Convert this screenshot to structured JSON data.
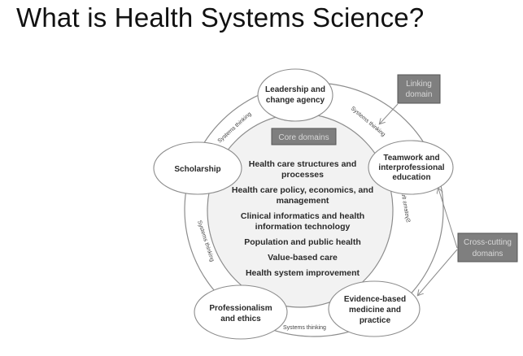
{
  "slide": {
    "title": "What is Health Systems Science?"
  },
  "diagram": {
    "colors": {
      "core_fill": "#f2f2f2",
      "box_fill": "#7f7f7f",
      "box_text": "#d9d9d9",
      "stroke": "#8c8c8c",
      "text": "#2a2a2a"
    },
    "core_label": "Core domains",
    "core_domains": [
      {
        "line1": "Health care structures and",
        "line2": "processes"
      },
      {
        "line1": "Health care policy, economics, and",
        "line2": "management"
      },
      {
        "line1": "Clinical informatics and health",
        "line2": "information technology"
      },
      {
        "line1": "Population and public health",
        "line2": ""
      },
      {
        "line1": "Value-based care",
        "line2": ""
      },
      {
        "line1": "Health system improvement",
        "line2": ""
      }
    ],
    "outer_domains": {
      "leadership": {
        "line1": "Leadership and",
        "line2": "change agency"
      },
      "scholarship": {
        "line1": "Scholarship"
      },
      "teamwork": {
        "line1": "Teamwork and",
        "line2": "interprofessional",
        "line3": "education"
      },
      "professionalism": {
        "line1": "Professionalism",
        "line2": "and ethics"
      },
      "evidence": {
        "line1": "Evidence-based",
        "line2": "medicine and",
        "line3": "practice"
      }
    },
    "ring_label": "Systems thinking",
    "linking_domain": {
      "line1": "Linking",
      "line2": "domain"
    },
    "cross_cutting": {
      "line1": "Cross-cutting",
      "line2": "domains"
    }
  }
}
